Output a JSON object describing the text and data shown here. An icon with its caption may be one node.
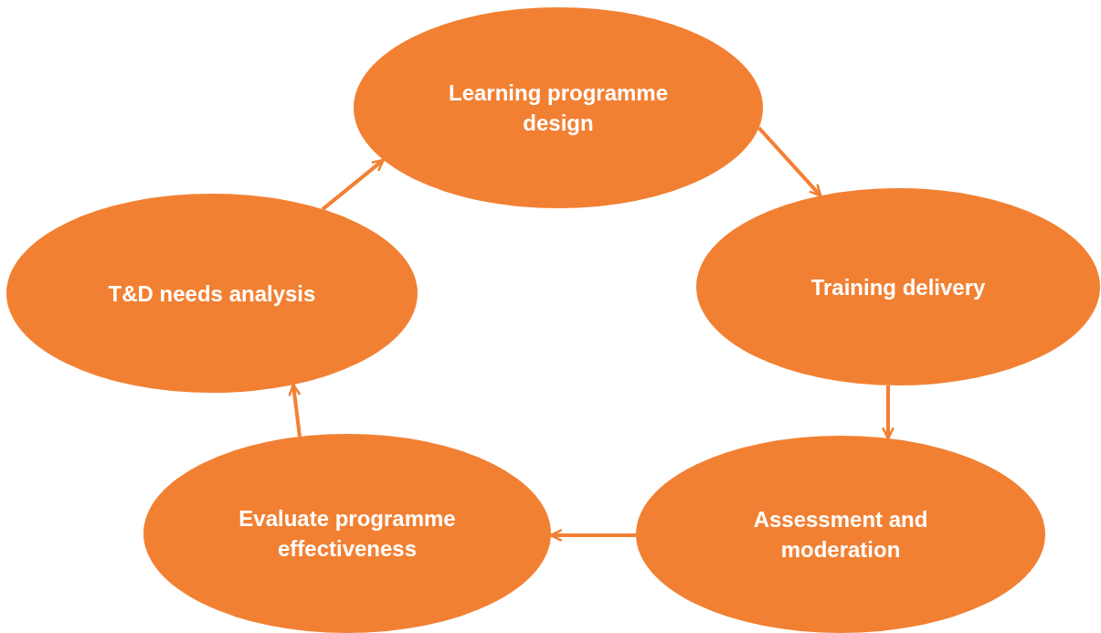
{
  "diagram": {
    "nodes": [
      {
        "text": [
          "Learning programme design"
        ]
      },
      {
        "text": [
          "Training delivery"
        ]
      },
      {
        "text": [
          "Assessment and moderation"
        ]
      },
      {
        "text": [
          "Evaluate programme effectiveness"
        ]
      },
      {
        "text": [
          "T&D needs analysis"
        ]
      }
    ],
    "edges": [
      {
        "from": 0,
        "to": 1,
        "arrow": "to"
      },
      {
        "from": 1,
        "to": 2,
        "arrow": "to"
      },
      {
        "from": 2,
        "to": 3,
        "arrow": "to"
      },
      {
        "from": 3,
        "to": 4,
        "arrow": "to"
      },
      {
        "from": 4,
        "to": 0,
        "arrow": "to"
      }
    ]
  }
}
